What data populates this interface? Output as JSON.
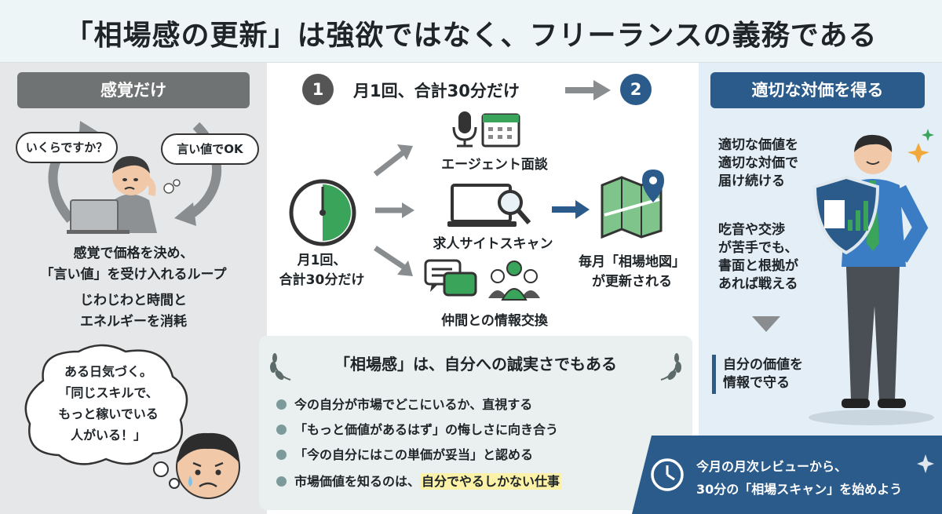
{
  "title": "「相場感の更新」は強欲ではなく、フリーランスの義務である",
  "left": {
    "header": "感覚だけ",
    "bubble_question": "いくらですか？",
    "bubble_ok": "言い値でOK",
    "loop_text": [
      "感覚で価格を決め、",
      "「言い値」を受け入れるループ"
    ],
    "drain_text": [
      "じわじわと時間と",
      "エネルギーを消耗"
    ],
    "realization": [
      "ある日気づく。",
      "「同じスキルで、",
      "もっと稼いでいる",
      "人がいる！」"
    ]
  },
  "center": {
    "step1": "1",
    "step_label": "月1回、合計30分だけ",
    "step2": "2",
    "clock_caption": [
      "月1回、",
      "合計30分だけ"
    ],
    "methods": [
      "エージェント面談",
      "求人サイトスキャン",
      "仲間との情報交換"
    ],
    "map_caption": [
      "毎月「相場地図」",
      "が更新される"
    ]
  },
  "honesty": {
    "heading": "「相場感」は、自分への誠実さでもある",
    "items": [
      "今の自分が市場でどこにいるか、直視する",
      "「もっと価値があるはず」の悔しさに向き合う",
      "「今の自分にはこの単価が妥当」と認める"
    ],
    "last_prefix": "市場価値を知るのは、",
    "last_highlight": "自分でやるしかない仕事"
  },
  "right": {
    "header": "適切な対価を得る",
    "value_text": [
      "適切な価値を",
      "適切な対価で",
      "届け続ける"
    ],
    "negotiation_text": [
      "吃音や交渉",
      "が苦手でも、",
      "書面と根拠が",
      "あれば戦える"
    ],
    "protect_text": [
      "自分の価値を",
      "情報で守る"
    ]
  },
  "cta": {
    "line1": "今月の月次レビューから、",
    "line2": "30分の「相場スキャン」を始めよう"
  },
  "colors": {
    "navy": "#2b5b8a",
    "gray_header": "#707373",
    "green_accent": "#3aa55a",
    "highlight": "#fbf2a8"
  }
}
